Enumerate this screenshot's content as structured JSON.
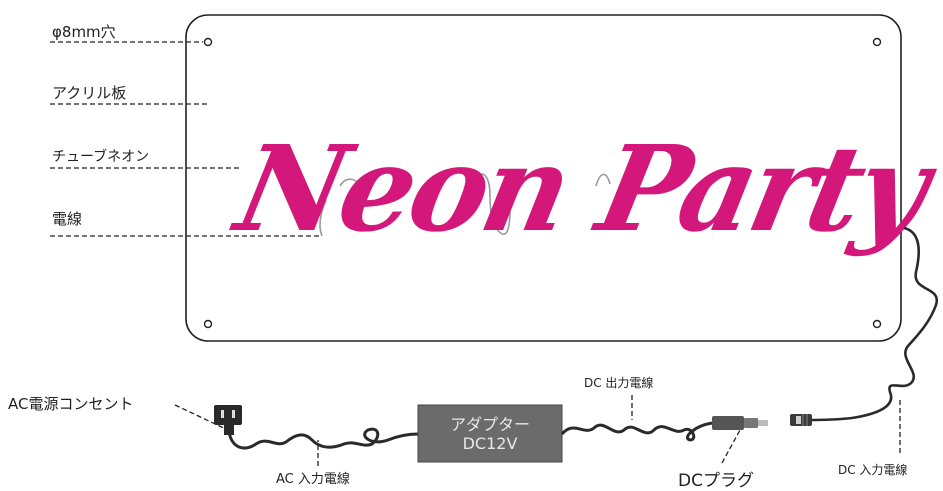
{
  "sign": {
    "text": "Neon Party",
    "color": "#d4177a"
  },
  "labels": {
    "hole": "φ8mm穴",
    "acrylic": "アクリル板",
    "tube": "チューブネオン",
    "wire": "電線",
    "ac_outlet": "AC電源コンセント",
    "ac_cable": "AC 入力電線",
    "adapter_line1": "アダプター",
    "adapter_line2": "DC12V",
    "dc_out": "DC 出力電線",
    "dc_plug": "DCプラグ",
    "dc_in": "DC 入力電線"
  },
  "colors": {
    "panel_border": "#222222",
    "adapter_fill": "#6b6b6b",
    "cable": "#2a2a2a",
    "neon_wire": "#9a9a9a"
  }
}
